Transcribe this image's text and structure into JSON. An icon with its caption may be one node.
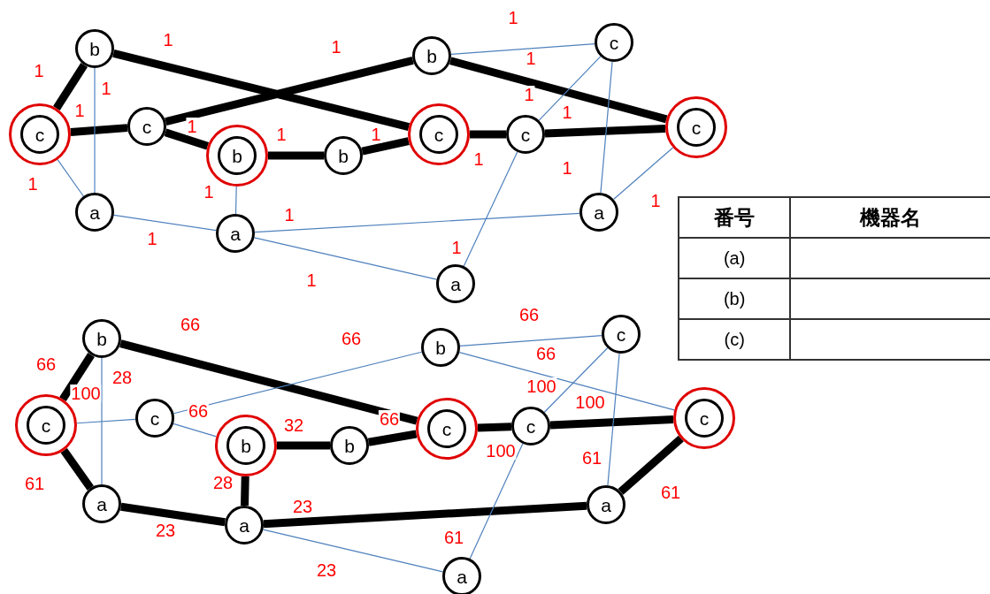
{
  "diagram": {
    "nodes": [
      {
        "text": [
          "b"
        ]
      },
      {
        "text": [
          "b"
        ]
      },
      {
        "text": [
          "c"
        ]
      },
      {
        "text": [
          "c"
        ]
      },
      {
        "text": [
          "c"
        ]
      },
      {
        "text": [
          "b"
        ]
      },
      {
        "text": [
          "b"
        ]
      },
      {
        "text": [
          "c"
        ]
      },
      {
        "text": [
          "c"
        ]
      },
      {
        "text": [
          "c"
        ]
      },
      {
        "text": [
          "a"
        ]
      },
      {
        "text": [
          "a"
        ]
      },
      {
        "text": [
          "a"
        ]
      },
      {
        "text": [
          "a"
        ]
      },
      {
        "text": [
          "b"
        ]
      },
      {
        "text": [
          "b"
        ]
      },
      {
        "text": [
          "c"
        ]
      },
      {
        "text": [
          "c"
        ]
      },
      {
        "text": [
          "c"
        ]
      },
      {
        "text": [
          "b"
        ]
      },
      {
        "text": [
          "b"
        ]
      },
      {
        "text": [
          "c"
        ]
      },
      {
        "text": [
          "c"
        ]
      },
      {
        "text": [
          "c"
        ]
      },
      {
        "text": [
          "a"
        ]
      },
      {
        "text": [
          "a"
        ]
      },
      {
        "text": [
          "a"
        ]
      },
      {
        "text": [
          "a"
        ]
      }
    ],
    "edges": [
      {
        "from": 0,
        "to": 3,
        "arrow": "none",
        "label": "1",
        "style": "thick",
        "color": "#000000"
      },
      {
        "from": 0,
        "to": 7,
        "arrow": "none",
        "label": "1",
        "style": "thick",
        "color": "#000000"
      },
      {
        "from": 4,
        "to": 1,
        "arrow": "none",
        "label": "1",
        "style": "thick",
        "color": "#000000"
      },
      {
        "from": 3,
        "to": 4,
        "arrow": "none",
        "label": "1",
        "style": "thick",
        "color": "#000000"
      },
      {
        "from": 4,
        "to": 5,
        "arrow": "none",
        "label": "1",
        "style": "thick",
        "color": "#000000"
      },
      {
        "from": 5,
        "to": 6,
        "arrow": "none",
        "label": "1",
        "style": "thick",
        "color": "#000000"
      },
      {
        "from": 6,
        "to": 7,
        "arrow": "none",
        "label": "1",
        "style": "thick",
        "color": "#000000"
      },
      {
        "from": 7,
        "to": 8,
        "arrow": "none",
        "label": "1",
        "style": "thick",
        "color": "#000000"
      },
      {
        "from": 8,
        "to": 9,
        "arrow": "none",
        "label": "1",
        "style": "thick",
        "color": "#000000"
      },
      {
        "from": 1,
        "to": 9,
        "arrow": "none",
        "label": "1",
        "style": "thick",
        "color": "#000000"
      },
      {
        "from": 0,
        "to": 10,
        "arrow": "none",
        "label": "1",
        "color": "#4f81bd"
      },
      {
        "from": 3,
        "to": 10,
        "arrow": "none",
        "label": "1",
        "color": "#4f81bd"
      },
      {
        "from": 5,
        "to": 11,
        "arrow": "none",
        "label": "1",
        "color": "#4f81bd"
      },
      {
        "from": 10,
        "to": 11,
        "arrow": "none",
        "label": "1",
        "color": "#4f81bd"
      },
      {
        "from": 11,
        "to": 12,
        "arrow": "none",
        "label": "1",
        "color": "#4f81bd"
      },
      {
        "from": 11,
        "to": 13,
        "arrow": "none",
        "label": "1",
        "color": "#4f81bd"
      },
      {
        "from": 1,
        "to": 2,
        "arrow": "none",
        "label": "1",
        "color": "#4f81bd"
      },
      {
        "from": 2,
        "to": 8,
        "arrow": "none",
        "label": "1",
        "color": "#4f81bd"
      },
      {
        "from": 2,
        "to": 12,
        "arrow": "none",
        "label": "1",
        "color": "#4f81bd"
      },
      {
        "from": 9,
        "to": 12,
        "arrow": "none",
        "label": "1",
        "color": "#4f81bd"
      },
      {
        "from": 8,
        "to": 13,
        "arrow": "none",
        "label": "1",
        "color": "#4f81bd"
      },
      {
        "from": 14,
        "to": 17,
        "arrow": "none",
        "label": "66",
        "style": "thick",
        "color": "#000000"
      },
      {
        "from": 14,
        "to": 21,
        "arrow": "none",
        "label": "66",
        "style": "thick",
        "color": "#000000"
      },
      {
        "from": 18,
        "to": 15,
        "arrow": "none",
        "label": "66",
        "color": "#4f81bd"
      },
      {
        "from": 17,
        "to": 18,
        "arrow": "none",
        "label": "100",
        "color": "#4f81bd"
      },
      {
        "from": 18,
        "to": 19,
        "arrow": "none",
        "label": "66",
        "color": "#4f81bd"
      },
      {
        "from": 19,
        "to": 20,
        "arrow": "none",
        "label": "32",
        "style": "thick",
        "color": "#000000"
      },
      {
        "from": 20,
        "to": 21,
        "arrow": "none",
        "label": "66",
        "style": "thick",
        "color": "#000000"
      },
      {
        "from": 21,
        "to": 22,
        "arrow": "none",
        "label": "100",
        "style": "thick",
        "color": "#000000"
      },
      {
        "from": 22,
        "to": 23,
        "arrow": "none",
        "label": "100",
        "style": "thick",
        "color": "#000000"
      },
      {
        "from": 22,
        "to": 16,
        "arrow": "none",
        "label": "100",
        "color": "#4f81bd"
      },
      {
        "from": 15,
        "to": 16,
        "arrow": "none",
        "label": "66",
        "color": "#4f81bd"
      },
      {
        "from": 15,
        "to": 23,
        "arrow": "none",
        "label": "66",
        "color": "#4f81bd"
      },
      {
        "from": 16,
        "to": 26,
        "arrow": "none",
        "label": "61",
        "color": "#4f81bd"
      },
      {
        "from": 23,
        "to": 26,
        "arrow": "none",
        "label": "61",
        "style": "thick",
        "color": "#000000"
      },
      {
        "from": 17,
        "to": 24,
        "arrow": "none",
        "label": "61",
        "style": "thick",
        "color": "#000000"
      },
      {
        "from": 24,
        "to": 25,
        "arrow": "none",
        "label": "23",
        "style": "thick",
        "color": "#000000"
      },
      {
        "from": 19,
        "to": 25,
        "arrow": "none",
        "label": "28",
        "style": "thick",
        "color": "#000000"
      },
      {
        "from": 25,
        "to": 26,
        "arrow": "none",
        "label": "23",
        "style": "thick",
        "color": "#000000"
      },
      {
        "from": 25,
        "to": 27,
        "arrow": "none",
        "label": "23",
        "color": "#4f81bd"
      },
      {
        "from": 22,
        "to": 27,
        "arrow": "none",
        "label": "61",
        "color": "#4f81bd"
      },
      {
        "from": 14,
        "to": 24,
        "arrow": "none",
        "label": "28",
        "color": "#4f81bd"
      }
    ],
    "labels": [
      "番号",
      "機器名",
      "(a)",
      "(b)",
      "(c)"
    ]
  }
}
